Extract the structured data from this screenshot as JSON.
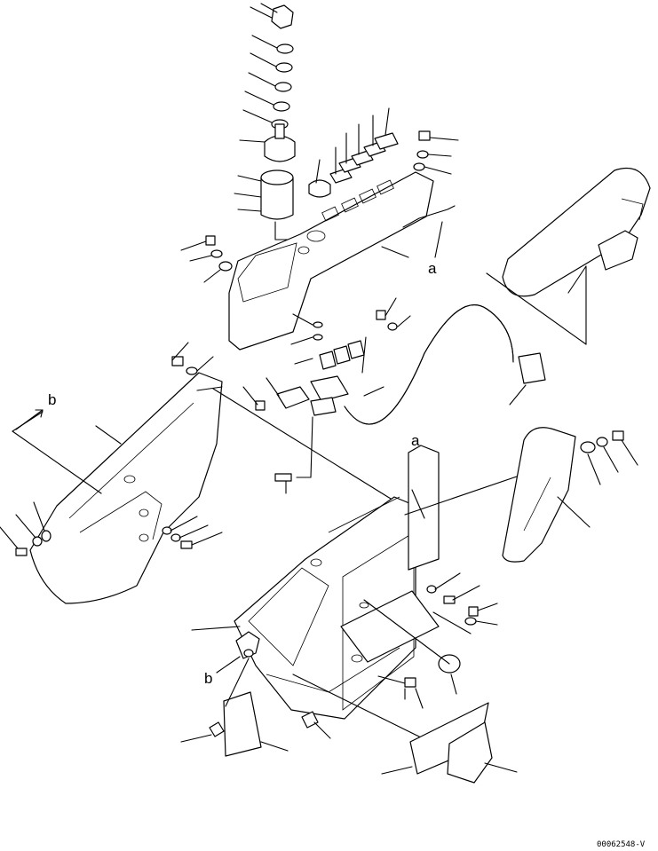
{
  "callouts": {
    "a_top": "a",
    "a_mid": "a",
    "b_left": "b",
    "b_bottom": "b"
  },
  "drawing_code": "00062548-V"
}
